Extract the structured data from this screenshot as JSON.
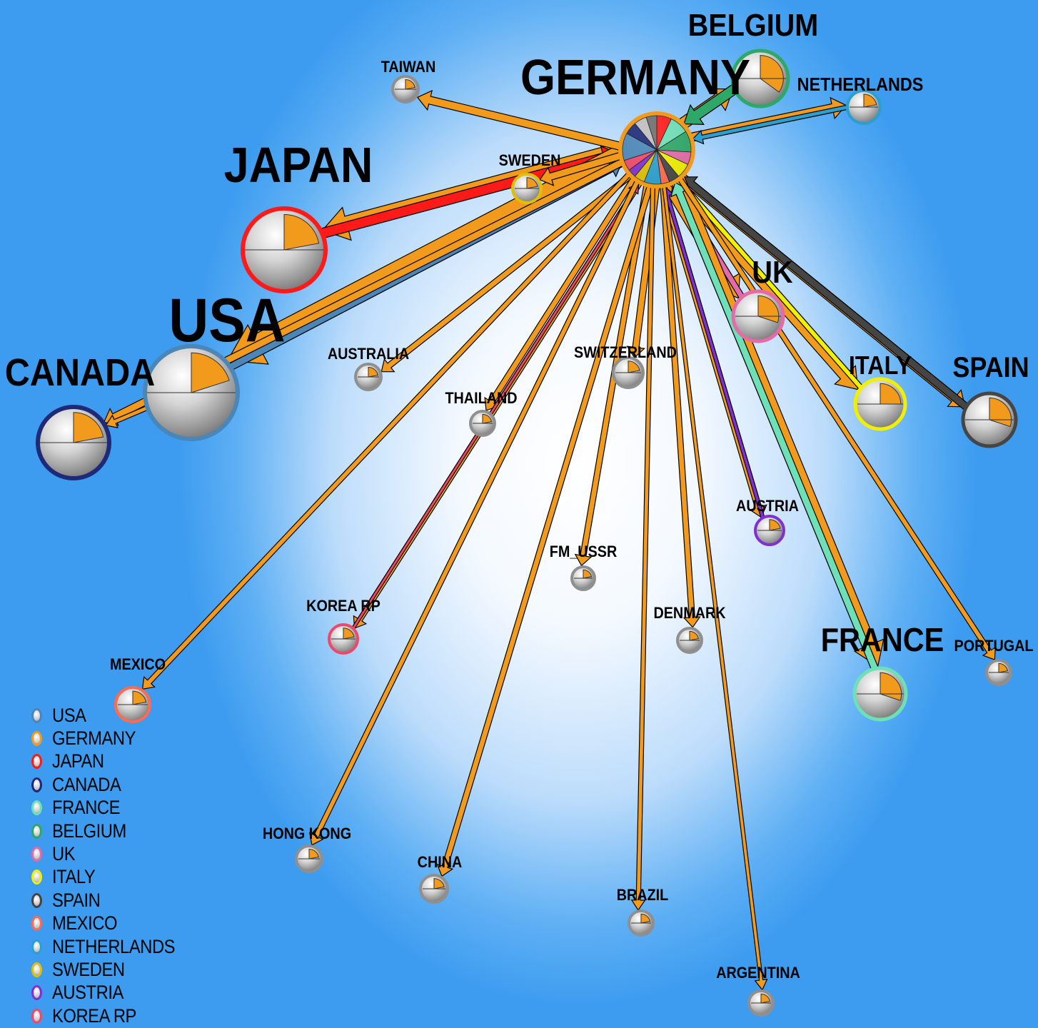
{
  "hub": "GERMANY",
  "colors": {
    "export_arrow": "#f29a1c",
    "usa": "#4a86b8",
    "germany": "#f29a1c",
    "japan": "#ff1a1a",
    "canada": "#1e2a78",
    "france": "#6ee0b8",
    "belgium": "#2ea868",
    "uk": "#e46aa8",
    "italy": "#f0f000",
    "spain": "#454545",
    "mexico": "#ff6a50",
    "netherlands": "#2aa0d0",
    "sweden": "#e0c000",
    "austria": "#8030d0",
    "korea": "#f04868",
    "other": "#8f8f8f"
  },
  "nodes": [
    {
      "id": "germany",
      "label": "GERMANY",
      "tier": "large"
    },
    {
      "id": "belgium",
      "label": "BELGIUM",
      "tier": "medium"
    },
    {
      "id": "netherlands",
      "label": "NETHERLANDS",
      "tier": "small"
    },
    {
      "id": "taiwan",
      "label": "TAIWAN",
      "tier": "small"
    },
    {
      "id": "japan",
      "label": "JAPAN",
      "tier": "large"
    },
    {
      "id": "sweden",
      "label": "SWEDEN",
      "tier": "small"
    },
    {
      "id": "usa",
      "label": "USA",
      "tier": "xlarge"
    },
    {
      "id": "canada",
      "label": "CANADA",
      "tier": "large"
    },
    {
      "id": "australia",
      "label": "AUSTRALIA",
      "tier": "small"
    },
    {
      "id": "thailand",
      "label": "THAILAND",
      "tier": "small"
    },
    {
      "id": "switzerland",
      "label": "SWITZERLAND",
      "tier": "small"
    },
    {
      "id": "uk",
      "label": "UK",
      "tier": "medium"
    },
    {
      "id": "italy",
      "label": "ITALY",
      "tier": "medium"
    },
    {
      "id": "spain",
      "label": "SPAIN",
      "tier": "medium"
    },
    {
      "id": "austria",
      "label": "AUSTRIA",
      "tier": "small"
    },
    {
      "id": "fm_ussr",
      "label": "FM_USSR",
      "tier": "small"
    },
    {
      "id": "korea",
      "label": "KOREA RP",
      "tier": "small"
    },
    {
      "id": "denmark",
      "label": "DENMARK",
      "tier": "small"
    },
    {
      "id": "mexico",
      "label": "MEXICO",
      "tier": "small"
    },
    {
      "id": "france",
      "label": "FRANCE",
      "tier": "large"
    },
    {
      "id": "portugal",
      "label": "PORTUGAL",
      "tier": "small"
    },
    {
      "id": "hongkong",
      "label": "HONG KONG",
      "tier": "small"
    },
    {
      "id": "china",
      "label": "CHINA",
      "tier": "small"
    },
    {
      "id": "brazil",
      "label": "BRAZIL",
      "tier": "small"
    },
    {
      "id": "argentina",
      "label": "ARGENTINA",
      "tier": "small"
    }
  ],
  "legend": {
    "items": [
      {
        "label": "USA",
        "color": "#4a86b8"
      },
      {
        "label": "GERMANY",
        "color": "#f29a1c"
      },
      {
        "label": "JAPAN",
        "color": "#ff1a1a"
      },
      {
        "label": "CANADA",
        "color": "#1e2a78"
      },
      {
        "label": "FRANCE",
        "color": "#6ee0b8"
      },
      {
        "label": "BELGIUM",
        "color": "#2ea868"
      },
      {
        "label": "UK",
        "color": "#e46aa8"
      },
      {
        "label": "ITALY",
        "color": "#f0f000"
      },
      {
        "label": "SPAIN",
        "color": "#454545"
      },
      {
        "label": "MEXICO",
        "color": "#ff6a50"
      },
      {
        "label": "NETHERLANDS",
        "color": "#2aa0d0"
      },
      {
        "label": "SWEDEN",
        "color": "#e0c000"
      },
      {
        "label": "AUSTRIA",
        "color": "#8030d0"
      },
      {
        "label": "KOREA RP",
        "color": "#f04868"
      }
    ]
  }
}
